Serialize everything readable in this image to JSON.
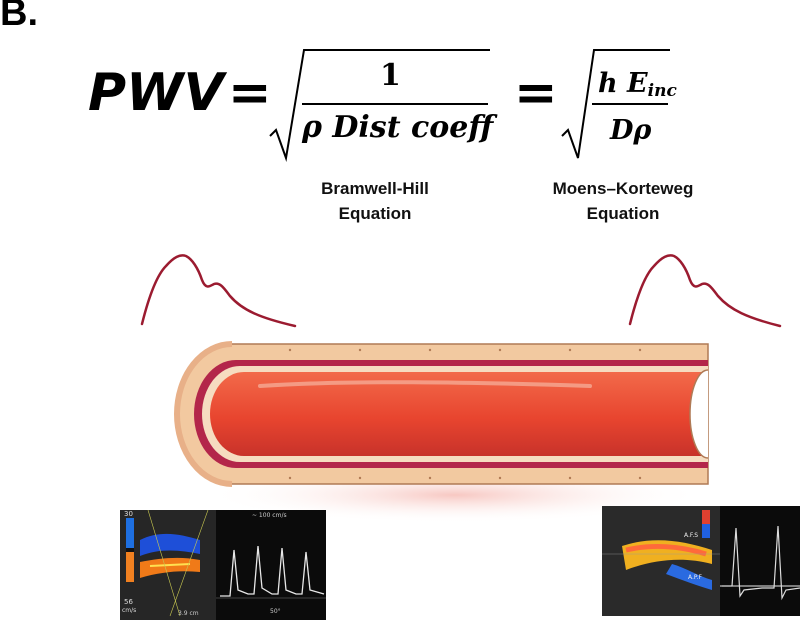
{
  "panel_label": "B.",
  "equation": {
    "lhs": "PWV",
    "equals": "=",
    "bramwell_hill": {
      "numerator": "1",
      "denominator": "ρ Dist coeff"
    },
    "moens_korteweg": {
      "numerator_h": "h E",
      "numerator_sub": "inc",
      "denominator": "Dρ"
    }
  },
  "labels": {
    "bramwell_hill": [
      "Bramwell-Hill",
      "Equation"
    ],
    "moens_korteweg": [
      "Moens–Korteweg",
      "Equation"
    ]
  },
  "ultrasound_left": {
    "scale_top": "30",
    "scale_bottom": "56",
    "scale_unit": "cm/s",
    "header": "~ 100 cm/s",
    "depth": "3.9 cm",
    "angle": "50°"
  },
  "ultrasound_right": {
    "tag_top": "A.F.S",
    "tag_bottom": "A.P.F"
  },
  "colors": {
    "waveform": "#9b1b30",
    "lumen": "#e8452f",
    "wall": "#f2c9a0",
    "wall_dark": "#b3264a"
  }
}
